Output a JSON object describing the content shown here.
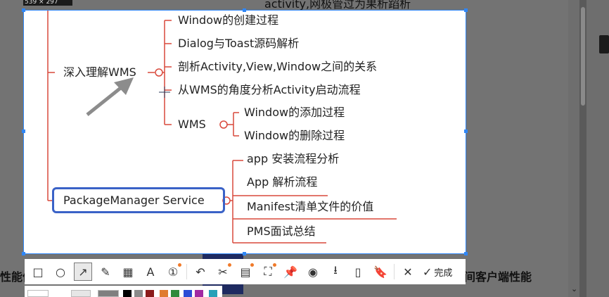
{
  "background": {
    "top_text": "activity,网极管过为果析蹈析",
    "left_text": "性能优",
    "right_text": "间客户端性能"
  },
  "capture": {
    "size_label": "539 × 297"
  },
  "mindmap": {
    "nodes": {
      "wms_root": "深入理解WMS",
      "wms_c1": "Window的创建过程",
      "wms_c2": "Dialog与Toast源码解析",
      "wms_c3": "剖析Activity,View,Window之间的关系",
      "wms_c4": "从WMS的角度分析Activity启动流程",
      "wms_c5": "WMS",
      "wms_c5a": "Window的添加过程",
      "wms_c5b": "Window的删除过程",
      "pms_root": "PackageManager Service",
      "pms_c1": "app 安装流程分析",
      "pms_c2": "App 解析流程",
      "pms_c3": "Manifest清单文件的价值",
      "pms_c4": "PMS面试总结"
    },
    "branch_color": "#d9483b",
    "highlight_color": "#3a62c7",
    "arrow_color": "#8c8c8c"
  },
  "toolbar": {
    "tools": [
      {
        "icon": "rectangle-icon",
        "glyph": "□",
        "dot": false,
        "active": false
      },
      {
        "icon": "ellipse-icon",
        "glyph": "○",
        "dot": false,
        "active": false
      },
      {
        "icon": "arrow-icon",
        "glyph": "↗",
        "dot": false,
        "active": true
      },
      {
        "icon": "pen-icon",
        "glyph": "✎",
        "dot": false,
        "active": false
      },
      {
        "icon": "mosaic-icon",
        "glyph": "▦",
        "dot": false,
        "active": false
      },
      {
        "icon": "text-icon",
        "glyph": "A",
        "dot": false,
        "active": false
      },
      {
        "icon": "number-icon",
        "glyph": "①",
        "dot": true,
        "active": false
      },
      {
        "icon": "undo-icon",
        "glyph": "↶",
        "dot": false,
        "active": false
      },
      {
        "icon": "cut-icon",
        "glyph": "✂",
        "dot": true,
        "active": false
      },
      {
        "icon": "ocr-icon",
        "glyph": "▤",
        "dot": true,
        "active": false
      },
      {
        "icon": "crop-icon",
        "glyph": "⛶",
        "dot": true,
        "active": false
      },
      {
        "icon": "pin-icon",
        "glyph": "📌",
        "dot": false,
        "active": false
      },
      {
        "icon": "record-icon",
        "glyph": "◉",
        "dot": false,
        "active": false
      },
      {
        "icon": "download-icon",
        "glyph": "⭳",
        "dot": false,
        "active": false
      },
      {
        "icon": "phone-icon",
        "glyph": "▯",
        "dot": false,
        "active": false
      },
      {
        "icon": "bookmark-icon",
        "glyph": "🔖",
        "dot": false,
        "active": false
      },
      {
        "icon": "close-icon",
        "glyph": "✕",
        "dot": false,
        "active": false
      }
    ],
    "done_label": "完成"
  },
  "palette": {
    "colors": [
      "#ffffff",
      "#e6e6e6",
      "#7f7f7f",
      "#000000",
      "#8a8a8a",
      "#8b1a1a",
      "#e07b30",
      "#2f8a3a",
      "#2c4cd6",
      "#a22aa2",
      "#27a1b8"
    ]
  }
}
